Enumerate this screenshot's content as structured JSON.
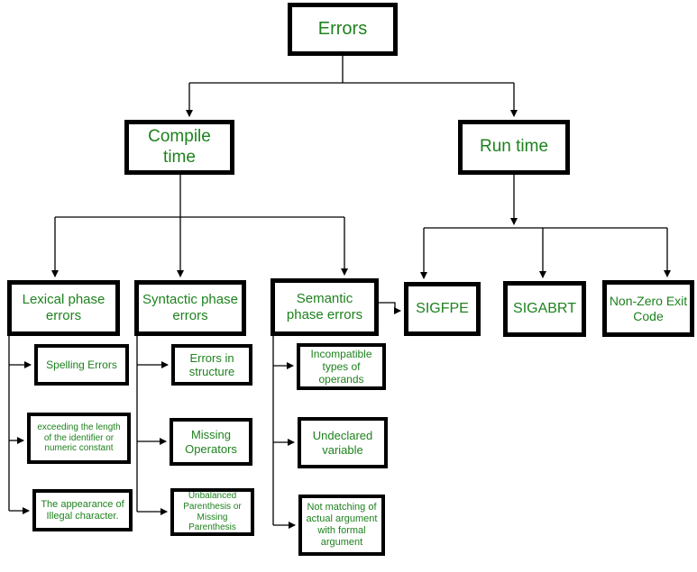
{
  "diagram": {
    "accent_color": "#1e821e",
    "border_color": "#000000",
    "background_color": "#ffffff",
    "type": "flowchart-tree"
  },
  "tree": {
    "root": {
      "label": "Errors"
    },
    "branches": [
      {
        "label": "Compile time",
        "children": [
          {
            "label": "Lexical phase errors",
            "leaves": [
              "Spelling Errors",
              "exceeding the length of the identifier or numeric constant",
              "The appearance of Illegal character."
            ]
          },
          {
            "label": "Syntactic phase errors",
            "leaves": [
              "Errors in structure",
              "Missing Operators",
              "Unbalanced Parenthesis or Missing Parenthesis"
            ]
          },
          {
            "label": "Semantic phase errors",
            "leaves": [
              "Incompatible types of operands",
              "Undeclared variable",
              "Not matching of actual argument with formal argument"
            ]
          }
        ]
      },
      {
        "label": "Run time",
        "children": [
          {
            "label": "SIGFPE"
          },
          {
            "label": "SIGABRT"
          },
          {
            "label": "Non-Zero Exit Code"
          }
        ]
      }
    ]
  }
}
